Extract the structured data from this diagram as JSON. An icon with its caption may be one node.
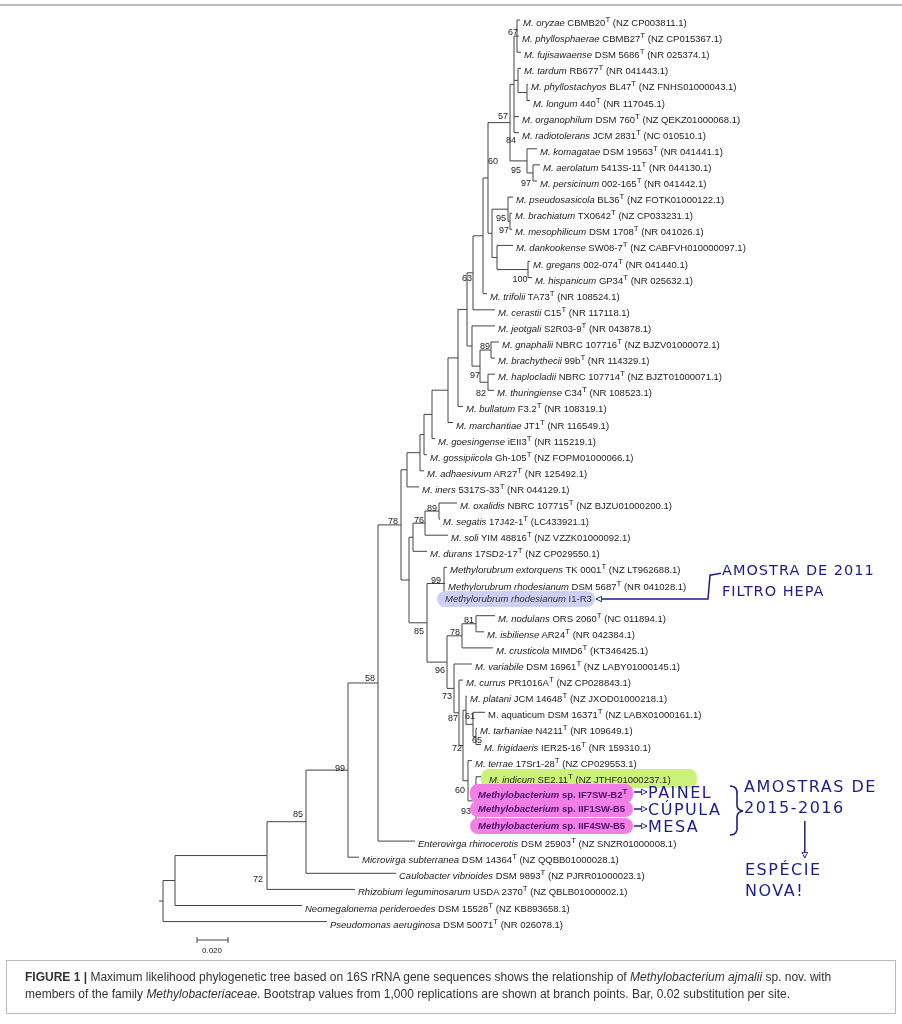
{
  "diagram": {
    "caption": "**FIGURE 1 |** Maximum likelihood phylogenetic tree based on 16S rRNA gene sequences shows the relationship of *Methylobacterium ajmalii* sp. nov. with members of the family *Methylobacteriaceae*. Bootstrap values from 1,000 replications are shown at branch points. Bar, 0.02 substitution per site.",
    "nodes": [
      {
        "text": [
          "*Methylorubrum rhodesianum* I1-R3"
        ]
      },
      {
        "text": [
          "AMOSTRA DE 2011 FILTRO HEPA"
        ]
      },
      {
        "text": [
          "*M. indicum* SE2.11$^{T}$ (NZ JTHF01000237.1)"
        ]
      },
      {
        "text": [
          "*Methylobacterium* sp. IF7SW-B2$^{T}$"
        ]
      },
      {
        "text": [
          "*Methylobacterium* sp. IIF1SW-B5"
        ]
      },
      {
        "text": [
          "*Methylobacterium* sp. IIF4SW-B5"
        ]
      },
      {
        "text": [
          "PAINEL"
        ]
      },
      {
        "text": [
          "CÚPULA"
        ]
      },
      {
        "text": [
          "MESA"
        ]
      },
      {
        "text": [
          "AMOSTRAS DE 2015-2016"
        ]
      },
      {
        "text": [
          "ESPÉCIE NOVA!"
        ]
      }
    ],
    "edges": [
      {
        "from": 1,
        "to": 0,
        "arrow": "to"
      },
      {
        "from": 3,
        "to": 6,
        "arrow": "to"
      },
      {
        "from": 4,
        "to": 7,
        "arrow": "to"
      },
      {
        "from": 5,
        "to": 8,
        "arrow": "to"
      },
      {
        "from": 9,
        "to": 10,
        "arrow": "to"
      }
    ],
    "labels": [
      "*M. oryzae* CBMB20$^{T}$ (NZ CP003811.1)",
      "*M. phyllosphaerae* CBMB27$^{T}$ (NZ CP015367.1)",
      "*M. fujisawaense* DSM 5686$^{T}$ (NR 025374.1)",
      "*M. tardum* RB677$^{T}$ (NR 041443.1)",
      "*M. phyllostachyos* BL47$^{T}$ (NZ FNHS01000043.1)",
      "*M. longum* 440$^{T}$ (NR 117045.1)",
      "*M. organophilum* DSM 760$^{T}$ (NZ QEKZ01000068.1)",
      "*M. radiotolerans* JCM 2831$^{T}$ (NC 010510.1)",
      "*M. komagatae* DSM 19563$^{T}$ (NR 041441.1)",
      "*M. aerolatum* 5413S-11$^{T}$ (NR 044130.1)",
      "*M. persicinum* 002-165$^{T}$ (NR 041442.1)",
      "*M. pseudosasicola* BL36$^{T}$ (NZ FOTK01000122.1)",
      "*M. brachiatum* TX0642$^{T}$ (NZ CP033231.1)",
      "*M. mesophilicum* DSM 1708$^{T}$ (NR 041026.1)",
      "*M. dankookense* SW08-7$^{T}$ (NZ CABFVH010000097.1)",
      "*M. gregans* 002-074$^{T}$ (NR 041440.1)",
      "*M. hispanicum* GP34$^{T}$ (NR 025632.1)",
      "*M. trifolii* TA73$^{T}$ (NR 108524.1)",
      "*M. cerastii* C15$^{T}$ (NR 117118.1)",
      "*M. jeotgali* S2R03-9$^{T}$ (NR 043878.1)",
      "*M. gnaphalii* NBRC 107716$^{T}$ (NZ BJZV01000072.1)",
      "*M. brachythecii* 99b$^{T}$ (NR 114329.1)",
      "*M. haplocladii* NBRC 107714$^{T}$ (NZ BJZT01000071.1)",
      "*M. thuringiense* C34$^{T}$ (NR 108523.1)",
      "*M. bullatum* F3.2$^{T}$ (NR 108319.1)",
      "*M. marchantiae* JT1$^{T}$ (NR 116549.1)",
      "*M. goesingense* iEII3$^{T}$ (NR 115219.1)",
      "*M. gossipiicola* Gh-105$^{T}$ (NZ FOPM01000066.1)",
      "*M. adhaesivum* AR27$^{T}$ (NR 125492.1)",
      "*M. iners* 5317S-33$^{T}$ (NR 044129.1)",
      "*M. oxalidis* NBRC 107715$^{T}$ (NZ BJZU01000200.1)",
      "*M. segatis* 17J42-1$^{T}$ (LC433921.1)",
      "*M. soli* YIM 48816$^{T}$ (NZ VZZK01000092.1)",
      "*M. durans* 17SD2-17$^{T}$ (NZ CP029550.1)",
      "*Methylorubrum extorquens* TK 0001$^{T}$ (NZ LT962688.1)",
      "*Methylorubrum rhodesianum* DSM 5687$^{T}$ (NR 041028.1)",
      "*M. nodulans* ORS 2060$^{T}$ (NC 011894.1)",
      "*M. isbiliense* AR24$^{T}$ (NR 042384.1)",
      "*M. crusticola* MIMD6$^{T}$ (KT346425.1)",
      "*M. variabile* DSM 16961$^{T}$ (NZ LABY01000145.1)",
      "*M. currus* PR1016A$^{T}$ (NZ CP028843.1)",
      "*M. platani* JCM 14648$^{T}$ (NZ JXOD01000218.1)",
      "M. aquaticum DSM 16371$^{T}$ (NZ LABX01000161.1)",
      "*M. tarhaniae* N4211$^{T}$ (NR 109649.1)",
      "*M. frigidaeris* IER25-16$^{T}$ (NR 159310.1)",
      "*M. terrae* 17Sr1-28$^{T}$ (NZ CP029553.1)",
      "*Enterovirga rhinocerotis* DSM 25903$^{T}$ (NZ SNZR01000008.1)",
      "*Microvirga subterranea* DSM 14364$^{T}$ (NZ QQBB01000028.1)",
      "*Caulobacter vibrioides* DSM 9893$^{T}$ (NZ PJRR01000023.1)",
      "*Rhizobium leguminosarum* USDA 2370$^{T}$ (NZ QBLB01000002.1)",
      "*Neomegalonema perideroedes* DSM 15528$^{T}$ (NZ KB893658.1)",
      "*Pseudomonas aeruginosa* DSM 50071$^{T}$ (NR 026078.1)",
      "67",
      "57",
      "84",
      "60",
      "95",
      "97",
      "95",
      "97",
      "63",
      "100",
      "89",
      "97",
      "82",
      "89",
      "76",
      "78",
      "99",
      "81",
      "85",
      "78",
      "96",
      "58",
      "73",
      "61",
      "87",
      "65",
      "72",
      "99",
      "60",
      "93",
      "85",
      "72",
      "0.020"
    ]
  }
}
